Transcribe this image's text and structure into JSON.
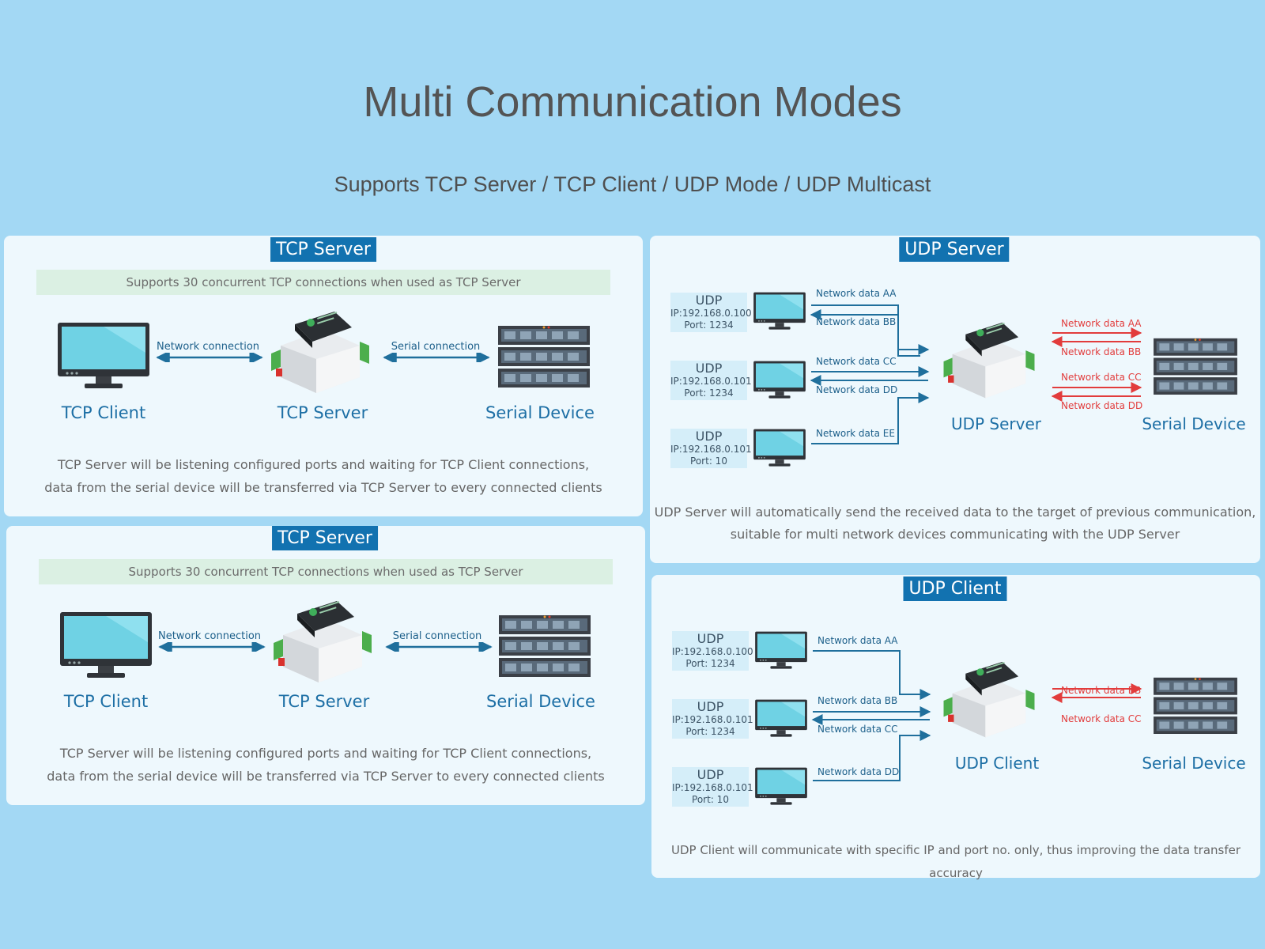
{
  "header": {
    "title": "Multi Communication Modes",
    "subtitle": "Supports TCP Server / TCP Client / UDP Mode / UDP Multicast"
  },
  "tcp1": {
    "title": "TCP Server",
    "note": "Supports 30 concurrent TCP connections when used as TCP Server",
    "client_label": "TCP Client",
    "server_label": "TCP Server",
    "device_label": "Serial Device",
    "network_conn": "Network connection",
    "serial_conn": "Serial connection",
    "desc_line1": "TCP Server will be listening configured ports and waiting for TCP Client connections,",
    "desc_line2": "data from the serial device will be transferred via TCP Server to every connected clients"
  },
  "tcp2": {
    "title": "TCP Server",
    "note": "Supports 30 concurrent TCP connections when used as TCP Server",
    "client_label": "TCP Client",
    "server_label": "TCP Server",
    "device_label": "Serial Device",
    "network_conn": "Network connection",
    "serial_conn": "Serial connection",
    "desc_line1": "TCP Server will be listening configured ports and waiting for TCP Client connections,",
    "desc_line2": "data from the serial device will be transferred via TCP Server to every connected clients"
  },
  "udp_server": {
    "title": "UDP Server",
    "hosts": [
      {
        "mode": "UDP",
        "ip": "IP:192.168.0.100",
        "port": "Port: 1234"
      },
      {
        "mode": "UDP",
        "ip": "IP:192.168.0.101",
        "port": "Port: 1234"
      },
      {
        "mode": "UDP",
        "ip": "IP:192.168.0.101",
        "port": "Port: 10"
      }
    ],
    "left_data": [
      "Network data AA",
      "Network data BB",
      "Network data CC",
      "Network data DD",
      "Network data EE"
    ],
    "right_data": [
      "Network data AA",
      "Network data BB",
      "Network data CC",
      "Network data DD"
    ],
    "server_label": "UDP Server",
    "device_label": "Serial Device",
    "desc_line1": "UDP Server will automatically send the received data to the target of previous communication,",
    "desc_line2": "suitable for multi network devices communicating with the UDP Server"
  },
  "udp_client": {
    "title": "UDP Client",
    "hosts": [
      {
        "mode": "UDP",
        "ip": "IP:192.168.0.100",
        "port": "Port: 1234"
      },
      {
        "mode": "UDP",
        "ip": "IP:192.168.0.101",
        "port": "Port: 1234"
      },
      {
        "mode": "UDP",
        "ip": "IP:192.168.0.101",
        "port": "Port: 10"
      }
    ],
    "left_data": [
      "Network data AA",
      "Network data BB",
      "Network data CC",
      "Network data DD"
    ],
    "right_data": [
      "Network data BB",
      "Network data CC"
    ],
    "client_label": "UDP Client",
    "device_label": "Serial Device",
    "desc": "UDP Client will communicate with specific IP and port no. only, thus improving the data transfer accuracy"
  },
  "colors": {
    "background": "#a3d8f4",
    "panel": "#eef8fd",
    "title_badge": "#1272b0",
    "label_blue": "#1d6fa5",
    "arrow_blue": "#1f6f9c",
    "arrow_red": "#e23c3c",
    "note_bar": "#dbf0e3"
  }
}
